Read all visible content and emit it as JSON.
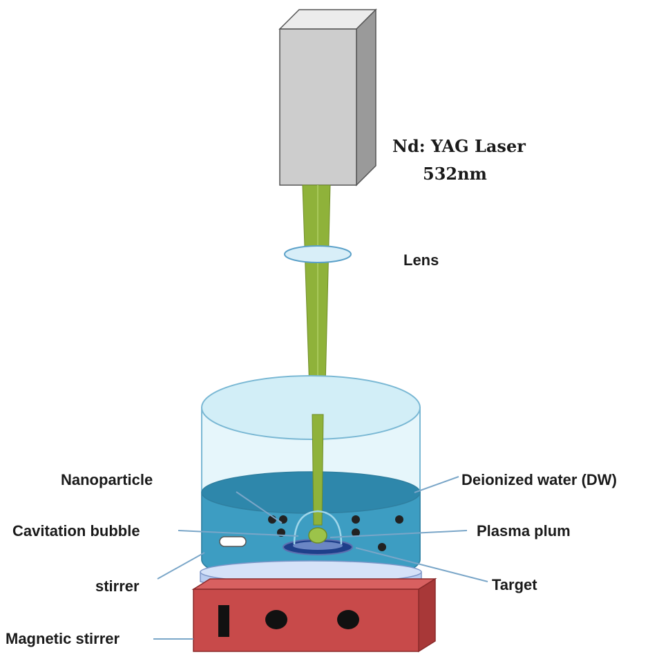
{
  "labels": {
    "laser_name": "Nd: YAG Laser",
    "laser_wavelength": "532nm",
    "lens": "Lens",
    "nanoparticle": "Nanoparticle",
    "deionized_water": "Deionized water (DW)",
    "cavitation_bubble": "Cavitation  bubble",
    "plasma_plum": "Plasma  plum",
    "stirrer": "stirrer",
    "target": "Target",
    "magnetic_stirrer": "Magnetic stirrer"
  },
  "colors": {
    "laser_housing": "#c9c9c9",
    "laser_beam": "#8fb23a",
    "lens": "#cfe9f7",
    "water": "#3a9bbf",
    "beaker": "#d6f0f8",
    "stirrer_base": "#c84a4a",
    "stir_plate": "#c9d8f4",
    "leader_line": "#7aa6c8"
  }
}
